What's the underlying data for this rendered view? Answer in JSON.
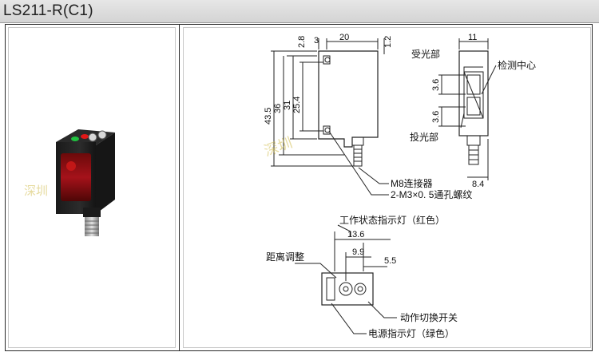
{
  "header": {
    "title": "LS211-R(C1)"
  },
  "photo": {
    "watermark": "深圳"
  },
  "side_view": {
    "dims": {
      "d2_8": "2.8",
      "d3": "3",
      "d20": "20",
      "d1_2": "1.2",
      "d43_5": "43.5",
      "d36": "36",
      "d31": "31",
      "d25_4": "25.4"
    },
    "labels": {
      "connector": "M8连接器",
      "screw_holes": "2-M3×0. 5通孔螺纹"
    }
  },
  "front_view": {
    "dims": {
      "d11": "11",
      "d3_6_top": "3.6",
      "d3_6_bottom": "3.6",
      "d8_4": "8.4"
    },
    "labels": {
      "receiver": "受光部",
      "detection_center": "检测中心",
      "emitter": "投光部"
    }
  },
  "top_view": {
    "dims": {
      "d13_6": "13.6",
      "d9_9": "9.9",
      "d5_5": "5.5"
    },
    "labels": {
      "status_led": "工作状态指示灯（红色）",
      "distance_adjust": "距离调整",
      "mode_switch": "动作切换开关",
      "power_led": "电源指示灯（绿色）"
    }
  },
  "watermark_text": "深圳"
}
